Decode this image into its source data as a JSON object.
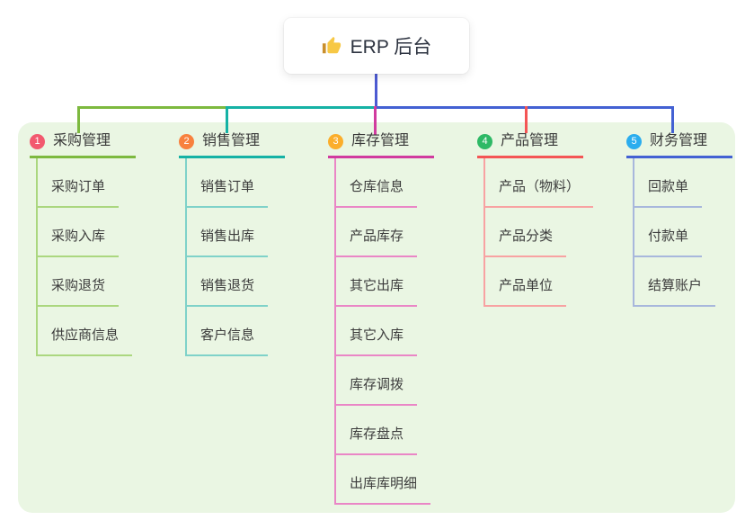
{
  "root": {
    "label": "ERP 后台",
    "icon": "thumbs-up-icon"
  },
  "panel_color": "#eaf6e3",
  "connector": {
    "root_color": "#4c5ad2"
  },
  "branches": [
    {
      "index": "1",
      "title": "采购管理",
      "badge_color": "#f2596f",
      "line_color": "#7db93f",
      "tint_color": "#abd77f",
      "children": [
        "采购订单",
        "采购入库",
        "采购退货",
        "供应商信息"
      ]
    },
    {
      "index": "2",
      "title": "销售管理",
      "badge_color": "#f8813e",
      "line_color": "#15b2a5",
      "tint_color": "#7fd2c9",
      "children": [
        "销售订单",
        "销售出库",
        "销售退货",
        "客户信息"
      ]
    },
    {
      "index": "3",
      "title": "库存管理",
      "badge_color": "#fbae2b",
      "line_color": "#d13b9f",
      "tint_color": "#ea86c6",
      "children": [
        "仓库信息",
        "产品库存",
        "其它出库",
        "其它入库",
        "库存调拨",
        "库存盘点",
        "出库库明细"
      ]
    },
    {
      "index": "4",
      "title": "产品管理",
      "badge_color": "#2eb966",
      "line_color": "#f45555",
      "tint_color": "#f8a2a2",
      "children": [
        "产品（物料）",
        "产品分类",
        "产品单位"
      ]
    },
    {
      "index": "5",
      "title": "财务管理",
      "badge_color": "#2badee",
      "line_color": "#4361d3",
      "tint_color": "#a8b7dc",
      "children": [
        "回款单",
        "付款单",
        "结算账户"
      ]
    }
  ]
}
